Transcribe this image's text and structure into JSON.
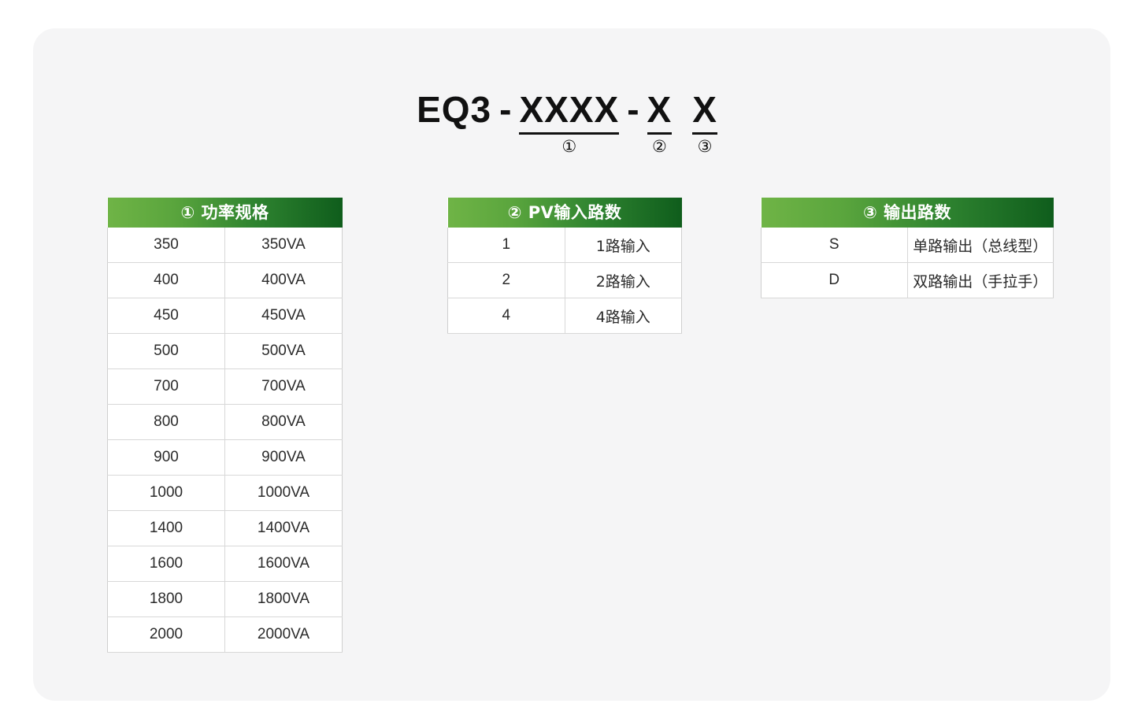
{
  "model_code": {
    "prefix": "EQ3",
    "dash1": "-",
    "segment1": "XXXX",
    "marker1": "①",
    "dash2": "-",
    "segment2": "X",
    "marker2": "②",
    "segment3": "X",
    "marker3": "③"
  },
  "colors": {
    "header_gradient_start": "#6fb446",
    "header_gradient_end": "#0f5d1c",
    "card_background": "#f5f5f6",
    "page_background": "#ffffff",
    "text": "#2b2b2b"
  },
  "tables": [
    {
      "id": "power",
      "header": "① 功率规格",
      "rows": [
        {
          "code": "350",
          "desc": "350VA"
        },
        {
          "code": "400",
          "desc": "400VA"
        },
        {
          "code": "450",
          "desc": "450VA"
        },
        {
          "code": "500",
          "desc": "500VA"
        },
        {
          "code": "700",
          "desc": "700VA"
        },
        {
          "code": "800",
          "desc": "800VA"
        },
        {
          "code": "900",
          "desc": "900VA"
        },
        {
          "code": "1000",
          "desc": "1000VA"
        },
        {
          "code": "1400",
          "desc": "1400VA"
        },
        {
          "code": "1600",
          "desc": "1600VA"
        },
        {
          "code": "1800",
          "desc": "1800VA"
        },
        {
          "code": "2000",
          "desc": "2000VA"
        }
      ]
    },
    {
      "id": "pv",
      "header": "② PV输入路数",
      "rows": [
        {
          "code": "1",
          "desc": "1路输入"
        },
        {
          "code": "2",
          "desc": "2路输入"
        },
        {
          "code": "4",
          "desc": "4路输入"
        }
      ]
    },
    {
      "id": "output",
      "header": "③ 输出路数",
      "rows": [
        {
          "code": "S",
          "desc": "单路输出（总线型）"
        },
        {
          "code": "D",
          "desc": "双路输出（手拉手）"
        }
      ]
    }
  ]
}
